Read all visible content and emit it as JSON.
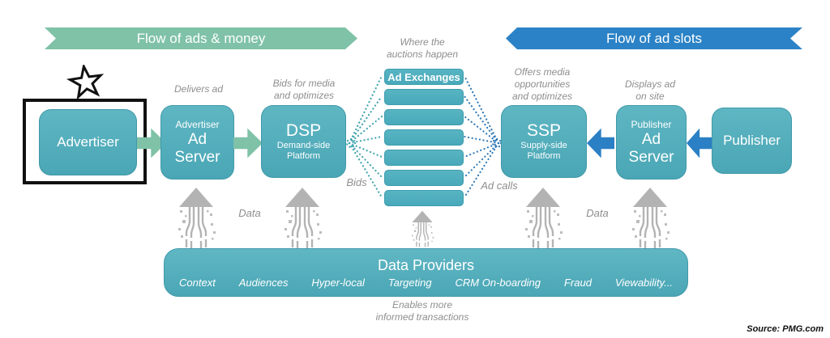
{
  "banners": {
    "flow_ads_money": "Flow of ads & money",
    "flow_ad_slots": "Flow of ad slots"
  },
  "annotations": {
    "delivers_ad": "Delivers ad",
    "bids_media_1": "Bids for media",
    "bids_media_2": "and optimizes",
    "auctions_1": "Where the",
    "auctions_2": "auctions happen",
    "offers_1": "Offers media",
    "offers_2": "opportunities",
    "offers_3": "and optimizes",
    "displays_1": "Displays ad",
    "displays_2": "on site",
    "bids": "Bids",
    "ad_calls": "Ad calls",
    "data_left": "Data",
    "data_right": "Data",
    "enables_1": "Enables more",
    "enables_2": "informed transactions"
  },
  "nodes": {
    "advertiser": "Advertiser",
    "advertiser_ad_server": {
      "small": "Advertiser",
      "big1": "Ad",
      "big2": "Server"
    },
    "dsp": {
      "title": "DSP",
      "sub1": "Demand-side",
      "sub2": "Platform"
    },
    "ad_exchanges": "Ad Exchanges",
    "ssp": {
      "title": "SSP",
      "sub1": "Supply-side",
      "sub2": "Platform"
    },
    "publisher_ad_server": {
      "small": "Publisher",
      "big1": "Ad",
      "big2": "Server"
    },
    "publisher": "Publisher"
  },
  "data_providers": {
    "title": "Data Providers",
    "items": [
      "Context",
      "Audiences",
      "Hyper-local",
      "Targeting",
      "CRM On-boarding",
      "Fraud",
      "Viewability..."
    ]
  },
  "source": "Source: PMG.com",
  "colors": {
    "teal": "#54aebc",
    "green": "#7fc2a7",
    "blue": "#2b7fc4",
    "label_gray": "#8e8e8e"
  }
}
